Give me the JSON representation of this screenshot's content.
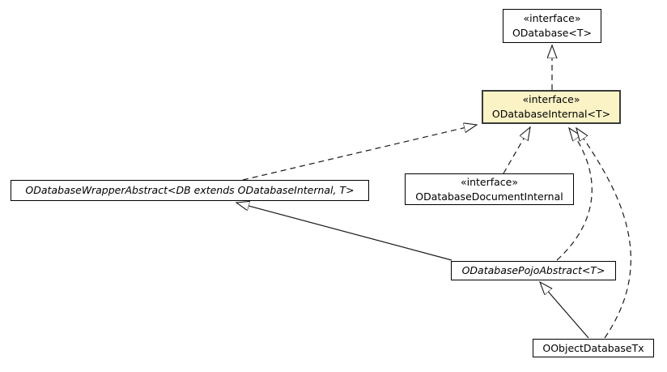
{
  "diagram": {
    "type": "uml-class-diagram",
    "background_color": "#ffffff",
    "highlight_fill_color": "#fbf3c5",
    "line_color": "#1a1a1a",
    "nodes": {
      "odatabase": {
        "stereotype": "«interface»",
        "name": "ODatabase<T>",
        "kind": "interface",
        "highlighted": false
      },
      "odatabase_internal": {
        "stereotype": "«interface»",
        "name": "ODatabaseInternal<T>",
        "kind": "interface",
        "highlighted": true
      },
      "wrapper_abstract": {
        "name": "ODatabaseWrapperAbstract<DB extends ODatabaseInternal, T>",
        "kind": "abstract-class",
        "highlighted": false
      },
      "document_internal": {
        "stereotype": "«interface»",
        "name": "ODatabaseDocumentInternal",
        "kind": "interface",
        "highlighted": false
      },
      "pojo_abstract": {
        "name": "ODatabasePojoAbstract<T>",
        "kind": "abstract-class",
        "highlighted": false
      },
      "object_database_tx": {
        "name": "OObjectDatabaseTx",
        "kind": "class",
        "highlighted": false
      }
    },
    "edges": [
      {
        "from": "ODatabaseInternal<T>",
        "to": "ODatabase<T>",
        "line": "dashed",
        "arrowhead": "hollow-triangle"
      },
      {
        "from": "ODatabaseWrapperAbstract<DB extends ODatabaseInternal, T>",
        "to": "ODatabaseInternal<T>",
        "line": "dashed",
        "arrowhead": "hollow-triangle"
      },
      {
        "from": "ODatabaseDocumentInternal",
        "to": "ODatabaseInternal<T>",
        "line": "dashed",
        "arrowhead": "hollow-triangle"
      },
      {
        "from": "ODatabasePojoAbstract<T>",
        "to": "ODatabaseInternal<T>",
        "line": "dashed",
        "arrowhead": "hollow-triangle"
      },
      {
        "from": "OObjectDatabaseTx",
        "to": "ODatabaseInternal<T>",
        "line": "dashed",
        "arrowhead": "hollow-triangle"
      },
      {
        "from": "ODatabasePojoAbstract<T>",
        "to": "ODatabaseWrapperAbstract<DB extends ODatabaseInternal, T>",
        "line": "solid",
        "arrowhead": "hollow-triangle"
      },
      {
        "from": "OObjectDatabaseTx",
        "to": "ODatabasePojoAbstract<T>",
        "line": "solid",
        "arrowhead": "hollow-triangle"
      }
    ]
  }
}
